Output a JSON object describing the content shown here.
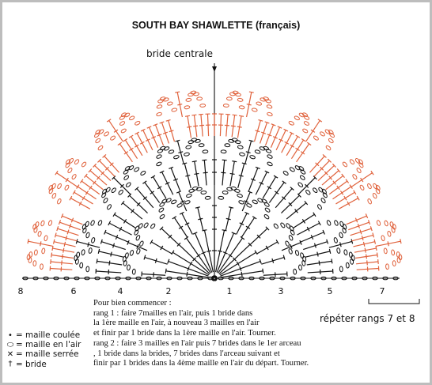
{
  "title": "SOUTH BAY SHAWLETTE (français)",
  "centre_label": "bride centrale",
  "row_numbers": [
    "8",
    "6",
    "4",
    "2",
    "1",
    "3",
    "5",
    "7"
  ],
  "repeat_label": "répéter rangs 7 et 8",
  "instructions": [
    "Pour bien commencer :",
    "rang 1 : faire 7mailles en l'air, puis 1 bride dans",
    "la 1ère maille en l'air, à nouveau 3 mailles en l'air",
    "et finir par 1 bride dans la 1ère maille en l'air. Tourner.",
    "rang 2 : faire 3 mailles en l'air puis 7 brides dans le 1er arceau",
    ", 1 bride dans la brides, 7 brides dans l'arceau suivant et",
    "finir par 1 brides dans la 4ème maille en l'air du départ. Tourner."
  ],
  "legend": [
    {
      "symbol": "•",
      "label": "= maille coulée"
    },
    {
      "symbol": "⬭",
      "label": "= maille en l'air"
    },
    {
      "symbol": "✕",
      "label": "= maille serrée"
    },
    {
      "symbol": "†",
      "label": "= bride"
    }
  ],
  "colors": {
    "black_rows": "#111111",
    "orange_rows": "#e0623c",
    "frame": "#bdbdbd"
  }
}
